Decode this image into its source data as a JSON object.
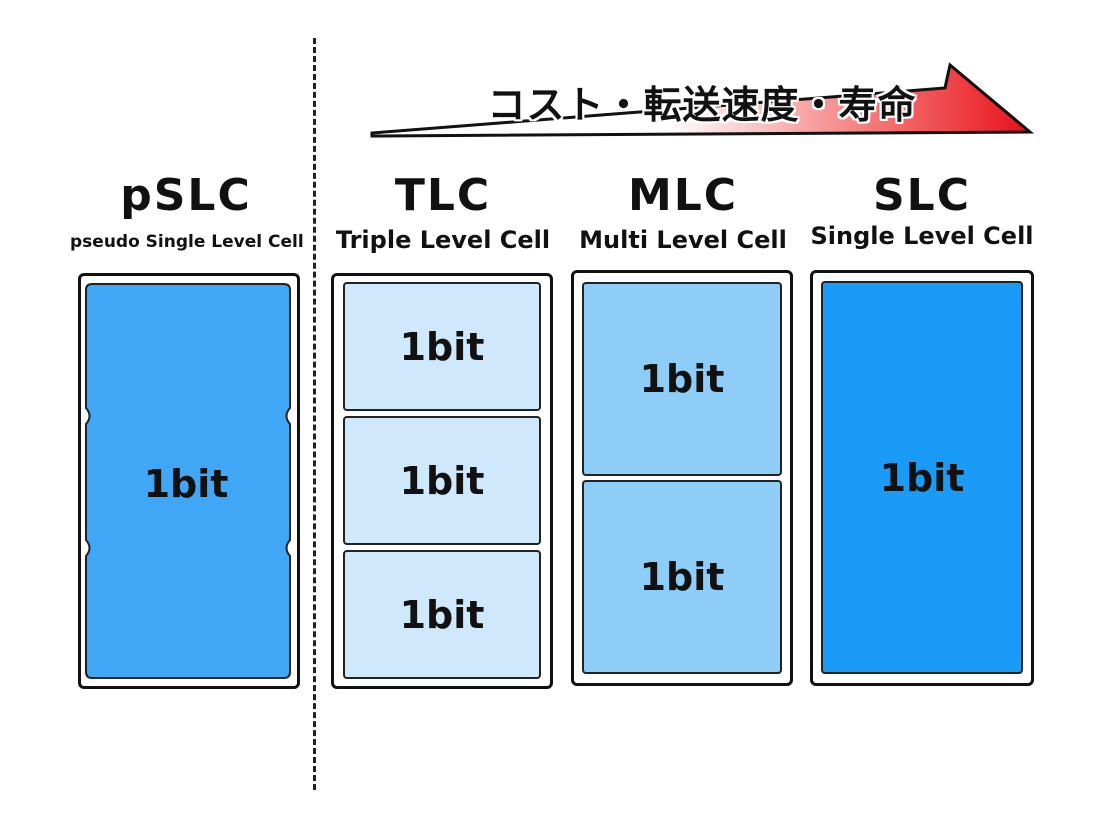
{
  "banner": {
    "text": "コスト・転送速度・寿命"
  },
  "columns": {
    "pslc": {
      "title": "pSLC",
      "subtitle": "pseudo Single Level Cell",
      "cell_label": "1bit"
    },
    "tlc": {
      "title": "TLC",
      "subtitle": "Triple Level Cell",
      "cells": [
        "1bit",
        "1bit",
        "1bit"
      ]
    },
    "mlc": {
      "title": "MLC",
      "subtitle": "Multi Level Cell",
      "cells": [
        "1bit",
        "1bit"
      ]
    },
    "slc": {
      "title": "SLC",
      "subtitle": "Single Level Cell",
      "cells": [
        "1bit"
      ]
    }
  },
  "colors": {
    "pslc_fill": "#3fa7f6",
    "tlc_fill": "#cfe8fb",
    "mlc_fill": "#8ecdf8",
    "slc_fill": "#1a9bf7",
    "arrow_red": "#e8101a"
  }
}
